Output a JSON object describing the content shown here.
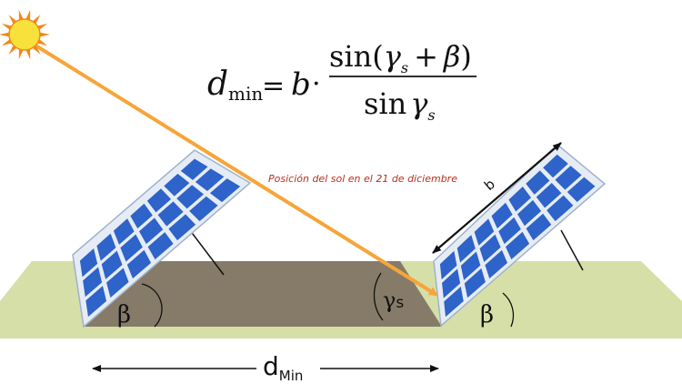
{
  "formula": {
    "lhs_var": "d",
    "lhs_sub": "min",
    "equals": "=",
    "b": "b",
    "dot": "·",
    "num_sin": "sin(",
    "num_gamma": "γ",
    "num_sub_s": "s",
    "num_plus": "+",
    "num_beta": "β",
    "num_close": ")",
    "den_sin": "sin",
    "den_gamma": "γ",
    "den_sub_s": "s"
  },
  "annotation": "Posición del sol en el 21 de diciembre",
  "labels": {
    "beta_left": "β",
    "beta_right": "β",
    "gamma": "γ",
    "gamma_sub": "s",
    "b_length": "b",
    "dmin_var": "d",
    "dmin_sub": "Min"
  },
  "colors": {
    "sun": "#f7e13a",
    "sun_rays": "#f08a1c",
    "sun_ray_line": "#f6a53a",
    "ground": "#d6dfa7",
    "shadow": "#857b68",
    "panel_cell": "#2e63c9",
    "panel_frame": "#e6ecf5",
    "annotation": "#b5321f"
  }
}
